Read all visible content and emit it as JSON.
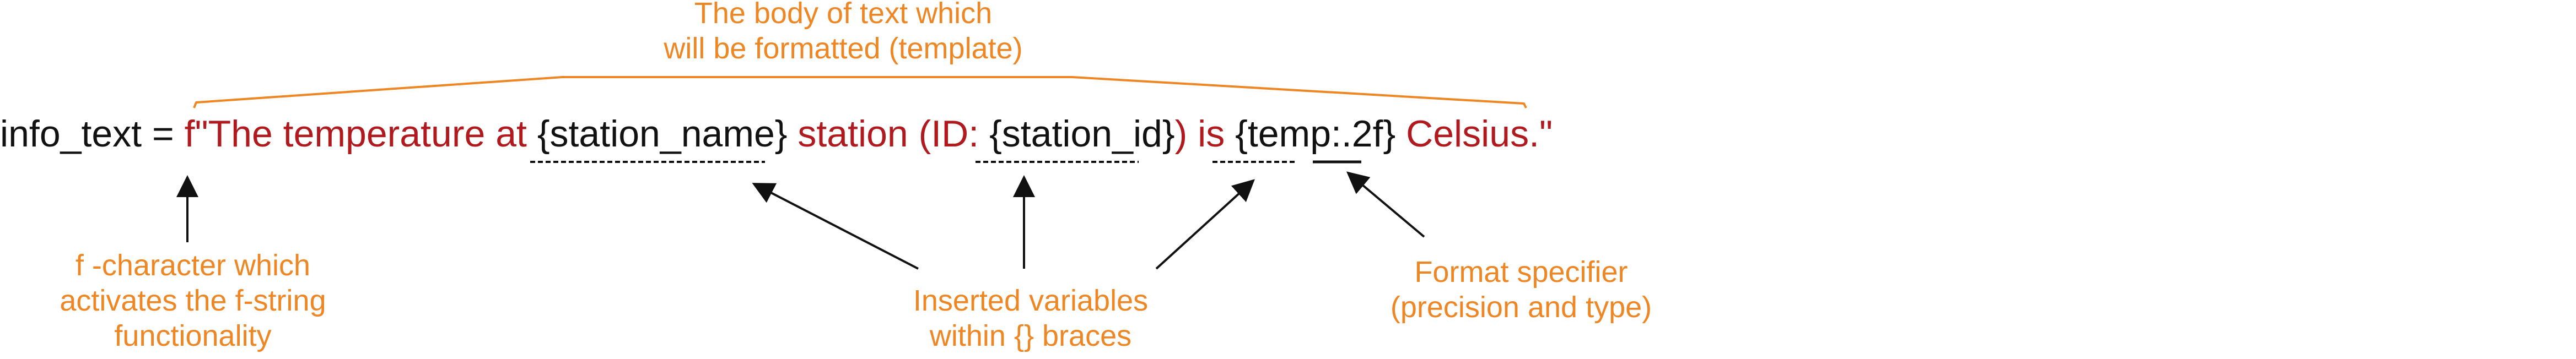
{
  "colors": {
    "annotation": "#ee8623",
    "string_text": "#b0191e",
    "code_text": "#111111",
    "arrow": "#111111"
  },
  "code_line": {
    "prefix": "info_text = ",
    "f_char": "f",
    "open_quote": "\"The temperature at ",
    "var_station_name": "{station_name}",
    "text_station": " station (ID: ",
    "var_station_id": "{station_id}",
    "text_is": ") is ",
    "var_temp": "{temp",
    "format_spec": ":.2f}",
    "text_end": " Celsius.\""
  },
  "annotations": {
    "template": [
      "The body of text which",
      "will be formatted (template)"
    ],
    "f_character": [
      "f -character which",
      "activates the f-string",
      "functionality"
    ],
    "inserted_variables": [
      "Inserted variables",
      "within {} braces"
    ],
    "format_specifier": [
      "Format specifier",
      "(precision and type)"
    ]
  }
}
